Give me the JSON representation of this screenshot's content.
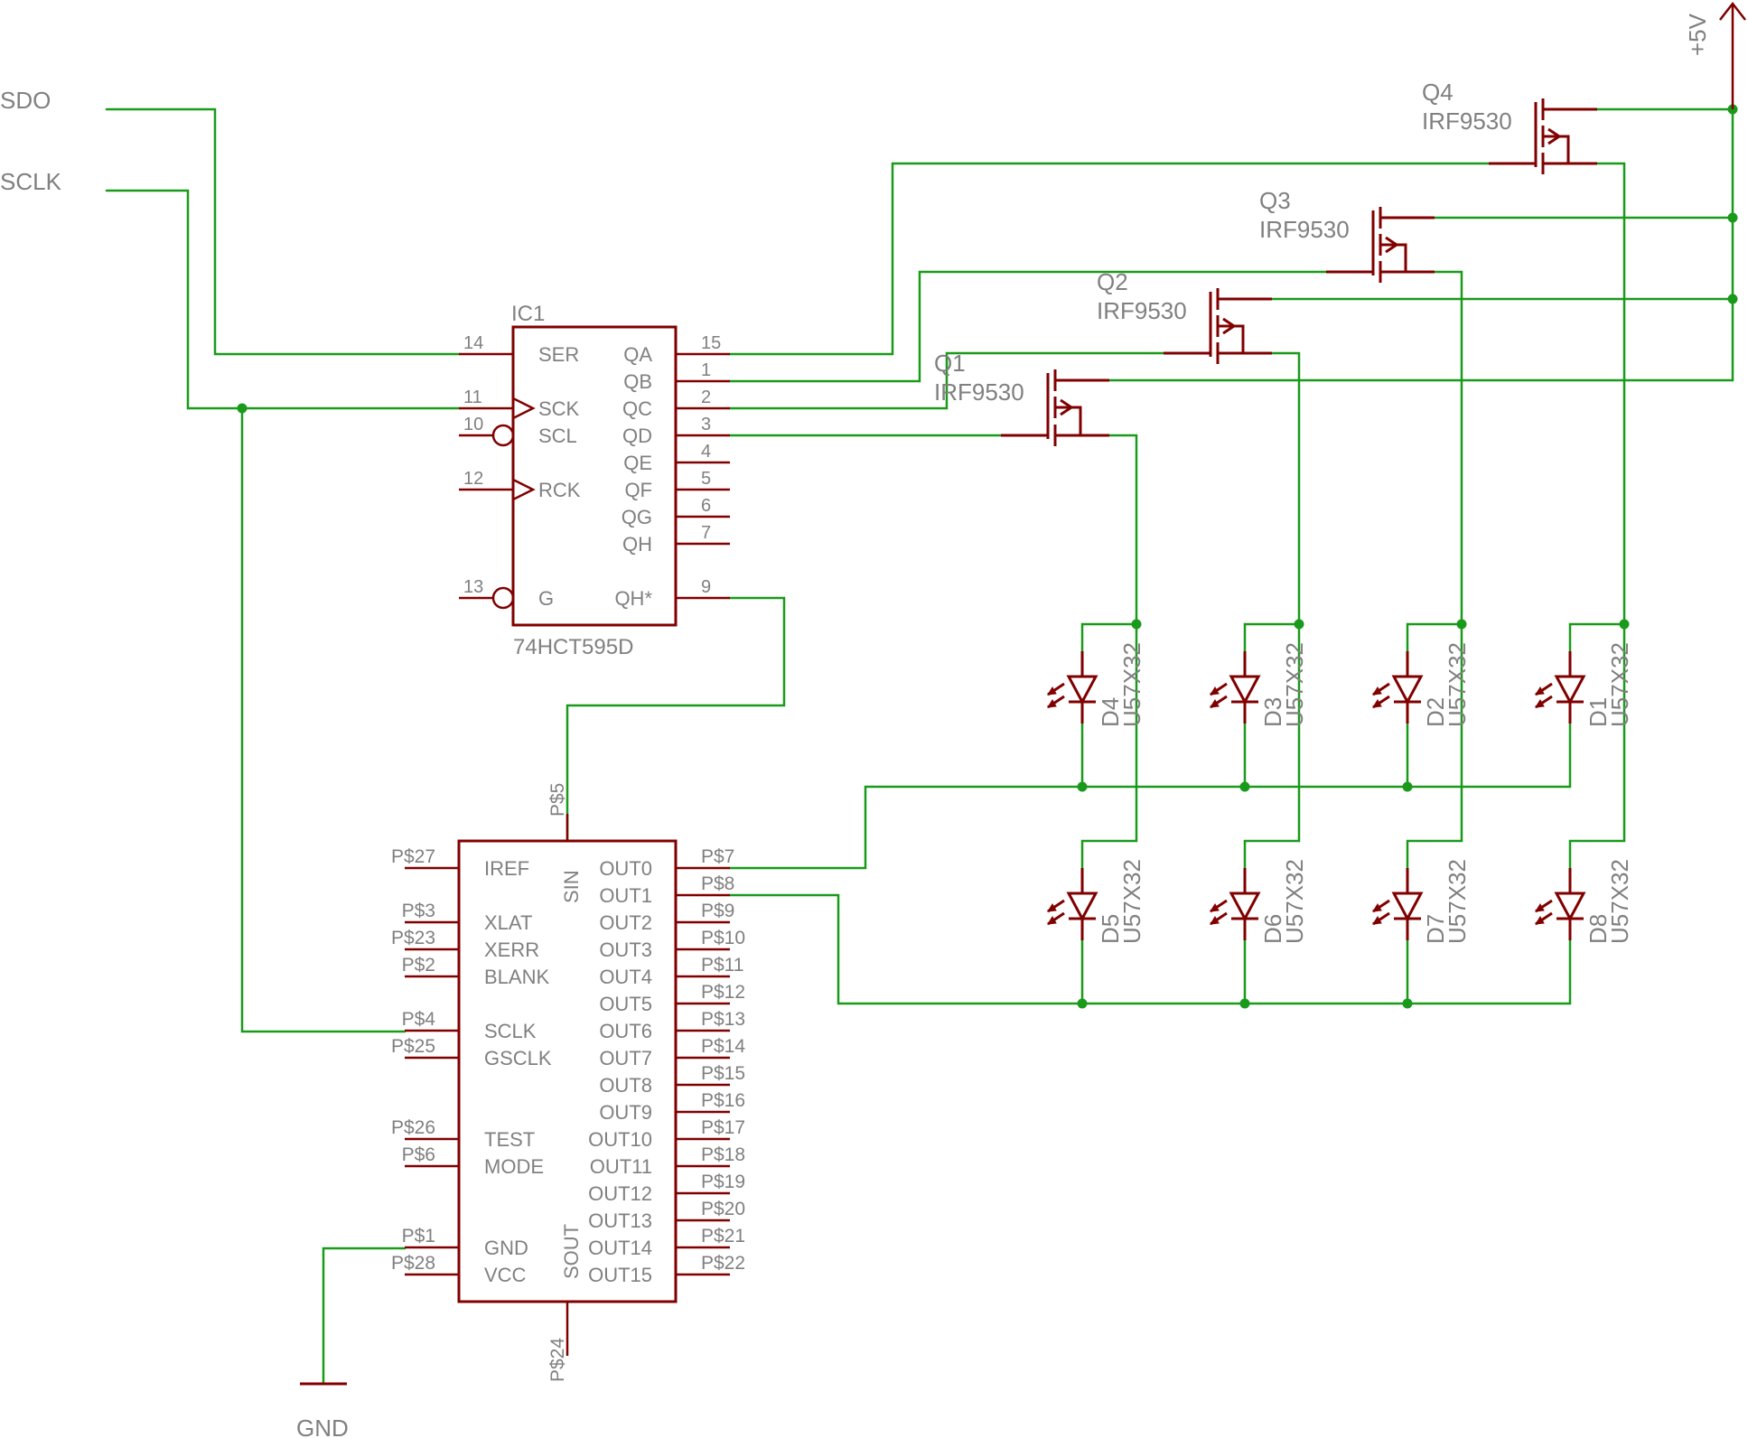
{
  "colors": {
    "wire": "#1a9a1a",
    "part": "#800000",
    "label": "#808080",
    "background": "#ffffff"
  },
  "nets": {
    "sdo": "SDO",
    "sclk": "SCLK",
    "vcc": "+5V",
    "gnd": "GND"
  },
  "ic1": {
    "name": "IC1",
    "value": "74HCT595D",
    "pins_left": [
      {
        "num": "14",
        "label": "SER"
      },
      {
        "num": "11",
        "label": "SCK"
      },
      {
        "num": "10",
        "label": "SCL"
      },
      {
        "num": "12",
        "label": "RCK"
      },
      {
        "num": "13",
        "label": "G"
      }
    ],
    "pins_right": [
      {
        "num": "15",
        "label": "QA"
      },
      {
        "num": "1",
        "label": "QB"
      },
      {
        "num": "2",
        "label": "QC"
      },
      {
        "num": "3",
        "label": "QD"
      },
      {
        "num": "4",
        "label": "QE"
      },
      {
        "num": "5",
        "label": "QF"
      },
      {
        "num": "6",
        "label": "QG"
      },
      {
        "num": "7",
        "label": "QH"
      },
      {
        "num": "9",
        "label": "QH*"
      }
    ]
  },
  "driver": {
    "top_pin": {
      "num": "P$5",
      "label": "SIN"
    },
    "bottom_pin": {
      "num": "P$24",
      "label": "SOUT"
    },
    "pins_left": [
      {
        "num": "P$27",
        "label": "IREF"
      },
      {
        "num": "P$3",
        "label": "XLAT"
      },
      {
        "num": "P$23",
        "label": "XERR"
      },
      {
        "num": "P$2",
        "label": "BLANK"
      },
      {
        "num": "P$4",
        "label": "SCLK"
      },
      {
        "num": "P$25",
        "label": "GSCLK"
      },
      {
        "num": "P$26",
        "label": "TEST"
      },
      {
        "num": "P$6",
        "label": "MODE"
      },
      {
        "num": "P$1",
        "label": "GND"
      },
      {
        "num": "P$28",
        "label": "VCC"
      }
    ],
    "pins_right": [
      {
        "num": "P$7",
        "label": "OUT0"
      },
      {
        "num": "P$8",
        "label": "OUT1"
      },
      {
        "num": "P$9",
        "label": "OUT2"
      },
      {
        "num": "P$10",
        "label": "OUT3"
      },
      {
        "num": "P$11",
        "label": "OUT4"
      },
      {
        "num": "P$12",
        "label": "OUT5"
      },
      {
        "num": "P$13",
        "label": "OUT6"
      },
      {
        "num": "P$14",
        "label": "OUT7"
      },
      {
        "num": "P$15",
        "label": "OUT8"
      },
      {
        "num": "P$16",
        "label": "OUT9"
      },
      {
        "num": "P$17",
        "label": "OUT10"
      },
      {
        "num": "P$18",
        "label": "OUT11"
      },
      {
        "num": "P$19",
        "label": "OUT12"
      },
      {
        "num": "P$20",
        "label": "OUT13"
      },
      {
        "num": "P$21",
        "label": "OUT14"
      },
      {
        "num": "P$22",
        "label": "OUT15"
      }
    ]
  },
  "mosfets": [
    {
      "name": "Q1",
      "value": "IRF9530"
    },
    {
      "name": "Q2",
      "value": "IRF9530"
    },
    {
      "name": "Q3",
      "value": "IRF9530"
    },
    {
      "name": "Q4",
      "value": "IRF9530"
    }
  ],
  "leds": [
    {
      "name": "D1",
      "value": "U57X32"
    },
    {
      "name": "D2",
      "value": "U57X32"
    },
    {
      "name": "D3",
      "value": "U57X32"
    },
    {
      "name": "D4",
      "value": "U57X32"
    },
    {
      "name": "D5",
      "value": "U57X32"
    },
    {
      "name": "D6",
      "value": "U57X32"
    },
    {
      "name": "D7",
      "value": "U57X32"
    },
    {
      "name": "D8",
      "value": "U57X32"
    }
  ]
}
